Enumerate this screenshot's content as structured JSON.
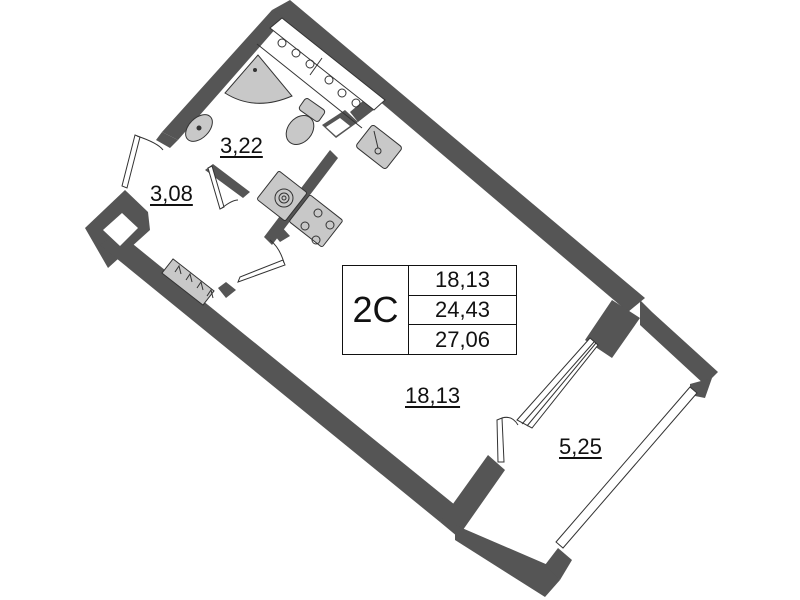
{
  "plan": {
    "apartment_type": "2С",
    "summary": {
      "living_area": "18,13",
      "area_without_balcony": "24,43",
      "total_area": "27,06"
    },
    "rooms": [
      {
        "id": "bathroom",
        "area": "3,22"
      },
      {
        "id": "hallway",
        "area": "3,08"
      },
      {
        "id": "living-room",
        "area": "18,13"
      },
      {
        "id": "balcony",
        "area": "5,25"
      }
    ],
    "fixtures": [
      "shower-tray",
      "washbasin",
      "toilet",
      "kitchen-sink",
      "washing-machine",
      "stove",
      "radiator",
      "kitchen-counter"
    ],
    "colors": {
      "wall": "#555555",
      "fixture": "#c8c8c8",
      "background": "#ffffff"
    }
  }
}
